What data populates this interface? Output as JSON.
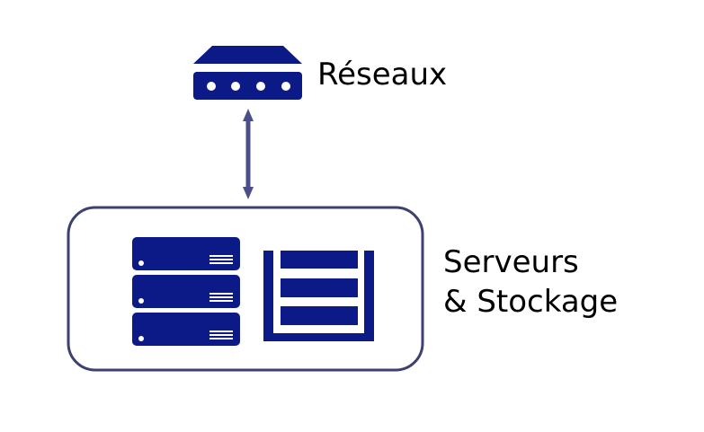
{
  "network": {
    "label": "Réseaux"
  },
  "servers": {
    "label_line1": "Serveurs",
    "label_line2": "& Stockage"
  },
  "colors": {
    "icon_fill": "#0b1a86",
    "icon_detail": "#ffffff",
    "arrow": "#4a4f8a",
    "box_stroke": "#3d4170"
  }
}
